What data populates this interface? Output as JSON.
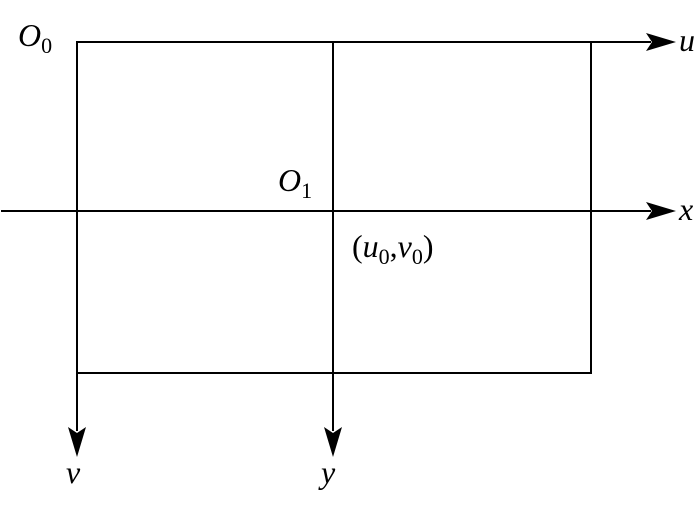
{
  "labels": {
    "origin_image": {
      "base": "O",
      "sub": "0"
    },
    "origin_optical": {
      "base": "O",
      "sub": "1"
    },
    "axis_u": "u",
    "axis_x": "x",
    "axis_v": "v",
    "axis_y": "y",
    "principal_point": {
      "open": "(",
      "u": "u",
      "u_sub": "0",
      "comma": ",",
      "v": "v",
      "v_sub": "0",
      "close": ")"
    }
  }
}
